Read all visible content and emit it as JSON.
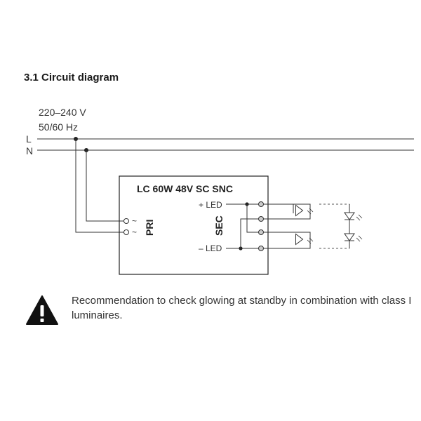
{
  "section_title": "3.1 Circuit diagram",
  "supply": {
    "voltage": "220–240 V",
    "frequency": "50/60 Hz",
    "line_label": "L",
    "neutral_label": "N"
  },
  "driver": {
    "model": "LC 60W 48V SC SNC",
    "primary_label": "PRI",
    "secondary_label": "SEC",
    "plus_led_label": "+ LED",
    "minus_led_label": "– LED",
    "ac_symbol": "~"
  },
  "notice": {
    "icon": "warning-triangle-icon",
    "text": "Recommendation to check glowing at standby in combination with class I luminaires."
  }
}
